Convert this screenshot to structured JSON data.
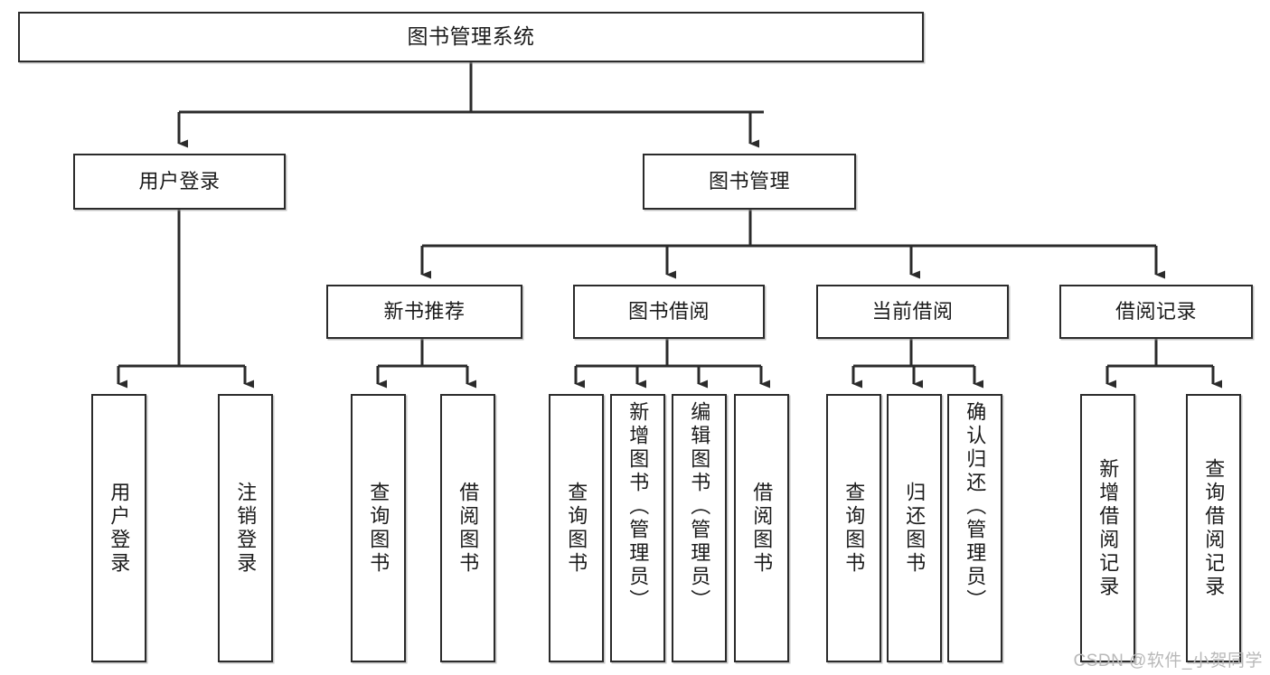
{
  "diagram": {
    "title": "图书管理系统",
    "type": "tree-hierarchy-chart",
    "colors": {
      "box_border": "#2b2b2b",
      "box_fill": "#ffffff",
      "connector": "#2b2b2b",
      "text": "#1b1b1b",
      "watermark": "#b9b9b9",
      "background": "#ffffff"
    },
    "root": {
      "label": "图书管理系统"
    },
    "level2": [
      {
        "label": "用户登录"
      },
      {
        "label": "图书管理"
      }
    ],
    "level3": [
      {
        "label": "新书推荐"
      },
      {
        "label": "图书借阅"
      },
      {
        "label": "当前借阅"
      },
      {
        "label": "借阅记录"
      }
    ],
    "leaves": {
      "user_login": [
        {
          "label": "用户登录"
        },
        {
          "label": "注销登录"
        }
      ],
      "new_book_recommend": [
        {
          "label": "查询图书"
        },
        {
          "label": "借阅图书"
        }
      ],
      "book_borrow": [
        {
          "label": "查询图书"
        },
        {
          "label": "新增图书（管理员）"
        },
        {
          "label": "编辑图书（管理员）"
        },
        {
          "label": "借阅图书"
        }
      ],
      "current_borrow": [
        {
          "label": "查询图书"
        },
        {
          "label": "归还图书"
        },
        {
          "label": "确认归还（管理员）"
        }
      ],
      "borrow_record": [
        {
          "label": "新增借阅记录"
        },
        {
          "label": "查询借阅记录"
        }
      ]
    }
  },
  "watermark": {
    "text": "CSDN @软件_小贺同学"
  }
}
